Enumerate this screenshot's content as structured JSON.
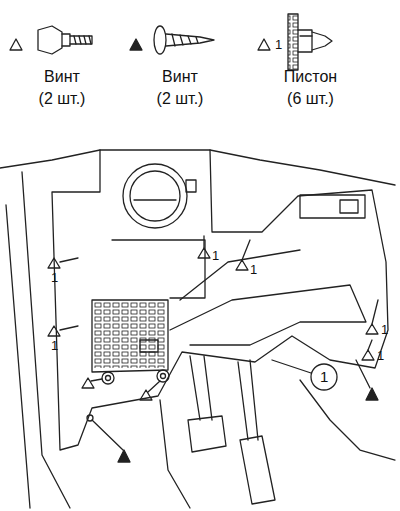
{
  "diagram": {
    "labels": [
      "1",
      "1",
      "1",
      "1",
      "1",
      "1",
      "1",
      "1"
    ],
    "legend": [
      {
        "text": "Винт (2 шт.)"
      },
      {
        "text": "Винт (2 шт.)"
      },
      {
        "text": "Пистон (6 шт.)"
      }
    ]
  }
}
